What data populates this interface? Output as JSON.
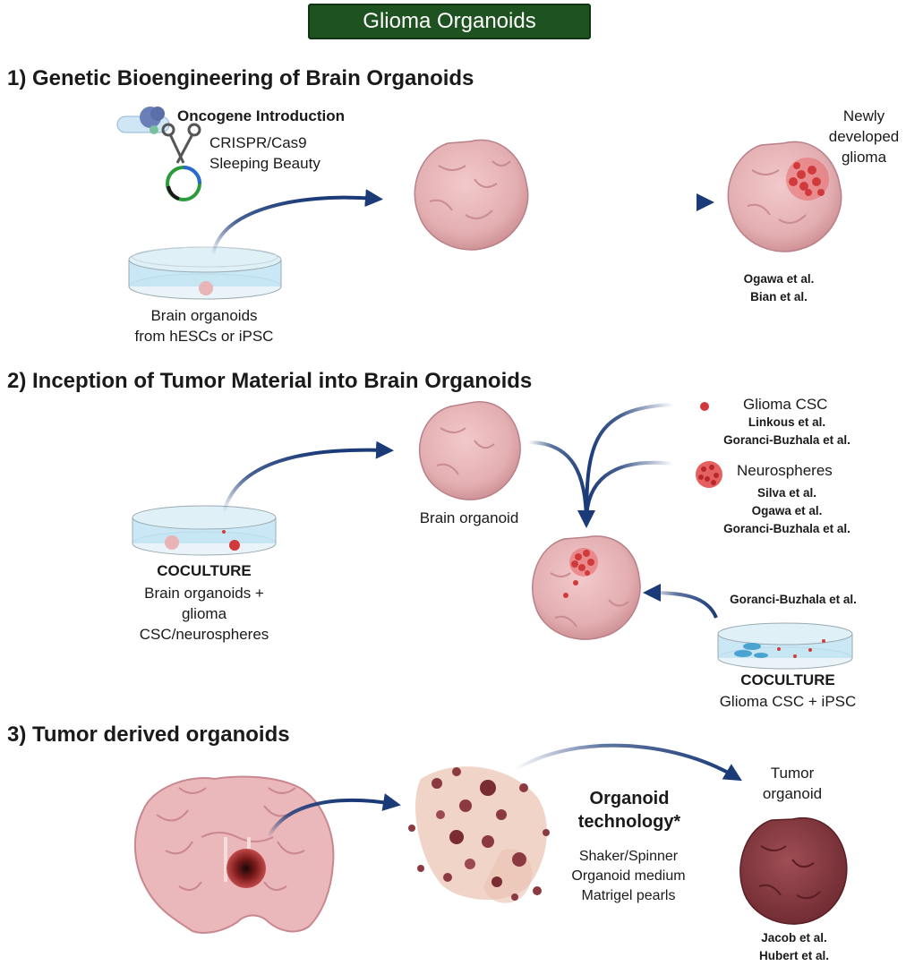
{
  "title": "Glioma Organoids",
  "sections": {
    "s1": "1) Genetic Bioengineering of Brain Organoids",
    "s2": "2) Inception of Tumor Material into Brain Organoids",
    "s3": "3) Tumor derived organoids"
  },
  "s1": {
    "oncogene_heading": "Oncogene Introduction",
    "methods": "CRISPR/Cas9\nSleeping Beauty",
    "dish_caption": "Brain organoids\nfrom hESCs or iPSC",
    "result_label": "Newly\ndeveloped\nglioma",
    "refs": "Ogawa et al.\nBian et al."
  },
  "s2": {
    "glioma_csc_label": "Glioma CSC",
    "glioma_csc_refs": "Linkous et al.\nGoranci-Buzhala et al.",
    "neurospheres_label": "Neurospheres",
    "neurospheres_refs": "Silva et al.\nOgawa et al.\nGoranci-Buzhala et al.",
    "brain_organoid_label": "Brain organoid",
    "coculture_left_heading": "COCULTURE",
    "coculture_left_text": "Brain organoids +\nglioma CSC/neurospheres",
    "coculture_right_ref": "Goranci-Buzhala et al.",
    "coculture_right_heading": "COCULTURE",
    "coculture_right_text": "Glioma CSC + iPSC"
  },
  "s3": {
    "tech_heading": "Organoid\ntechnology*",
    "tech_list": "Shaker/Spinner\nOrganoid medium\nMatrigel pearls",
    "tumor_label": "Tumor\norganoid",
    "refs": "Jacob et al.\nHubert et al."
  },
  "colors": {
    "title_bg": "#1e5220",
    "arrow": "#1a3a78",
    "organoid": "#e8b4b6",
    "tumor": "#d94a4a",
    "tumor_organoid": "#8a3a40",
    "dish_liquid": "#bfe3f2"
  }
}
